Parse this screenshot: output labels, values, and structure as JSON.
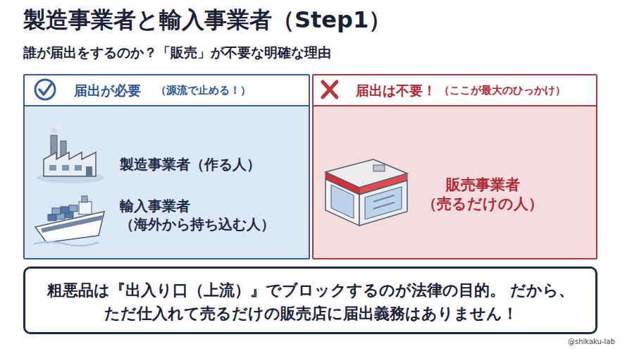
{
  "diagram": {
    "title": "製造事業者と輸入事業者（Step1）",
    "nodes": [
      {
        "text": [
          "届出が必要",
          "（源流で止める！）",
          "製造事業者（作る人）",
          "輸入事業者 （海外から持ち込む人）"
        ]
      },
      {
        "text": [
          "届出は不要！",
          "（ここが最大のひっかけ）",
          "販売事業者 （売るだけの人）"
        ]
      },
      {
        "text": [
          "粗悪品は『出入り口（上流）』でブロックするのが法律の目的。 だから、ただ仕入れて売るだけの販売店に届出義務はありません！"
        ]
      }
    ],
    "labels": [
      "誰が届出をするのか？「販売」が不要な明確な理由",
      "@shikaku-lab"
    ]
  }
}
